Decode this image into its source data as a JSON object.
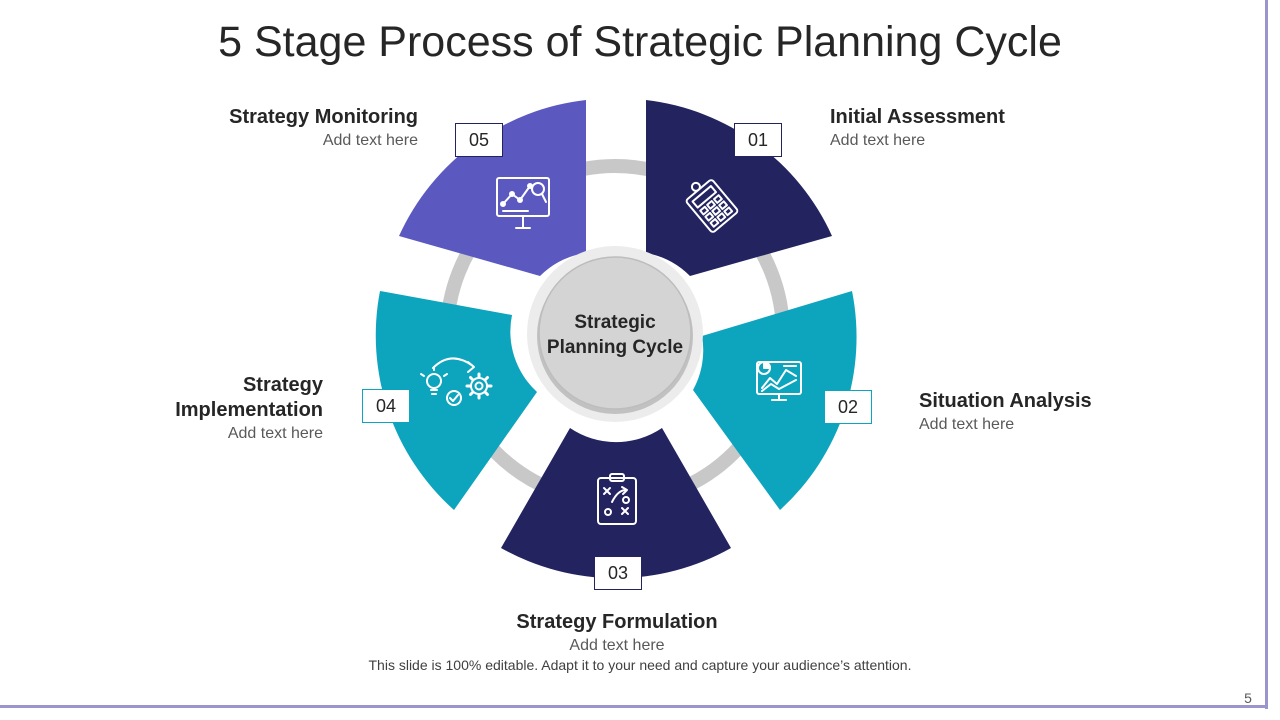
{
  "title": "5 Stage Process of Strategic Planning Cycle",
  "hub": {
    "line1": "Strategic",
    "line2": "Planning Cycle"
  },
  "stages": [
    {
      "number": "01",
      "heading": "Initial Assessment",
      "text": "Add text here",
      "color": "#232360",
      "icon": "calculator-clipboard-icon"
    },
    {
      "number": "02",
      "heading": "Situation Analysis",
      "text": "Add text here",
      "color": "#0da4bd",
      "icon": "analytics-monitor-icon"
    },
    {
      "number": "03",
      "heading": "Strategy Formulation",
      "text": "Add text here",
      "color": "#232360",
      "icon": "strategy-board-icon"
    },
    {
      "number": "04",
      "heading_line1": "Strategy",
      "heading_line2": "Implementation",
      "text": "Add text here",
      "color": "#0da4bd",
      "icon": "idea-gear-icon"
    },
    {
      "number": "05",
      "heading": "Strategy Monitoring",
      "text": "Add text here",
      "color": "#5b59c0",
      "icon": "search-chart-monitor-icon"
    }
  ],
  "footer": "This slide is 100% editable. Adapt it to your need and capture your audience’s attention.",
  "page_number": "5",
  "colors": {
    "navy": "#232360",
    "teal": "#0da4bd",
    "purple": "#5b59c0",
    "ring": "#c8c8c8",
    "frame": "#9a95cf"
  }
}
